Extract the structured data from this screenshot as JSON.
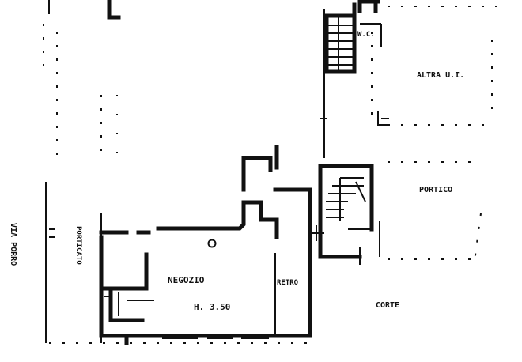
{
  "labels": {
    "wc": "W.C.",
    "altra_ui": "ALTRA U.I.",
    "portico_right": "PORTICO",
    "via_porro": "VIA PORRO",
    "porticato": "PORTICATO",
    "negozio": "NEGOZIO",
    "height": "H. 3.50",
    "retro": "RETRO",
    "corte": "CORTE"
  }
}
